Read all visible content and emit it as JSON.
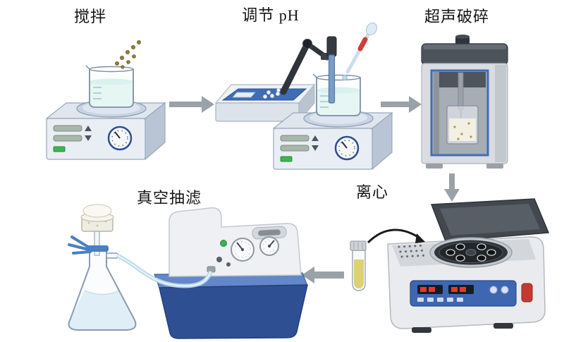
{
  "steps": [
    {
      "id": "stirring",
      "label": "搅拌",
      "icon": "magnetic-stirrer-with-beaker"
    },
    {
      "id": "ph-adjustment",
      "label": "调节 pH",
      "icon": "ph-meter-electrode-beaker"
    },
    {
      "id": "ultrasonication",
      "label": "超声破碎",
      "icon": "ultrasonic-cell-disruptor"
    },
    {
      "id": "centrifugation",
      "label": "离心",
      "icon": "benchtop-centrifuge-open-lid"
    },
    {
      "id": "vacuum-filtration",
      "label": "真空抽滤",
      "icon": "vacuum-pump-and-filter-flask"
    }
  ],
  "flow": [
    {
      "from": "stirring",
      "to": "ph-adjustment",
      "arrow": "right"
    },
    {
      "from": "ph-adjustment",
      "to": "ultrasonication",
      "arrow": "right"
    },
    {
      "from": "ultrasonication",
      "to": "centrifugation",
      "arrow": "down"
    },
    {
      "from": "centrifugation",
      "to": "vacuum-filtration",
      "arrow": "left"
    },
    {
      "from": "sample-tube",
      "to": "rotor",
      "arrow": "curved"
    }
  ],
  "colors": {
    "background": "#ffffff",
    "arrow_gray": "#9aa1a8",
    "panel_blue": "#3f66b0",
    "liquid_cyan": "#d8f0ec",
    "liquid_yellow": "#ded173",
    "liquid_light_blue": "#cfe8f4",
    "alert_red": "#c43a30",
    "ok_green": "#3db54a"
  }
}
